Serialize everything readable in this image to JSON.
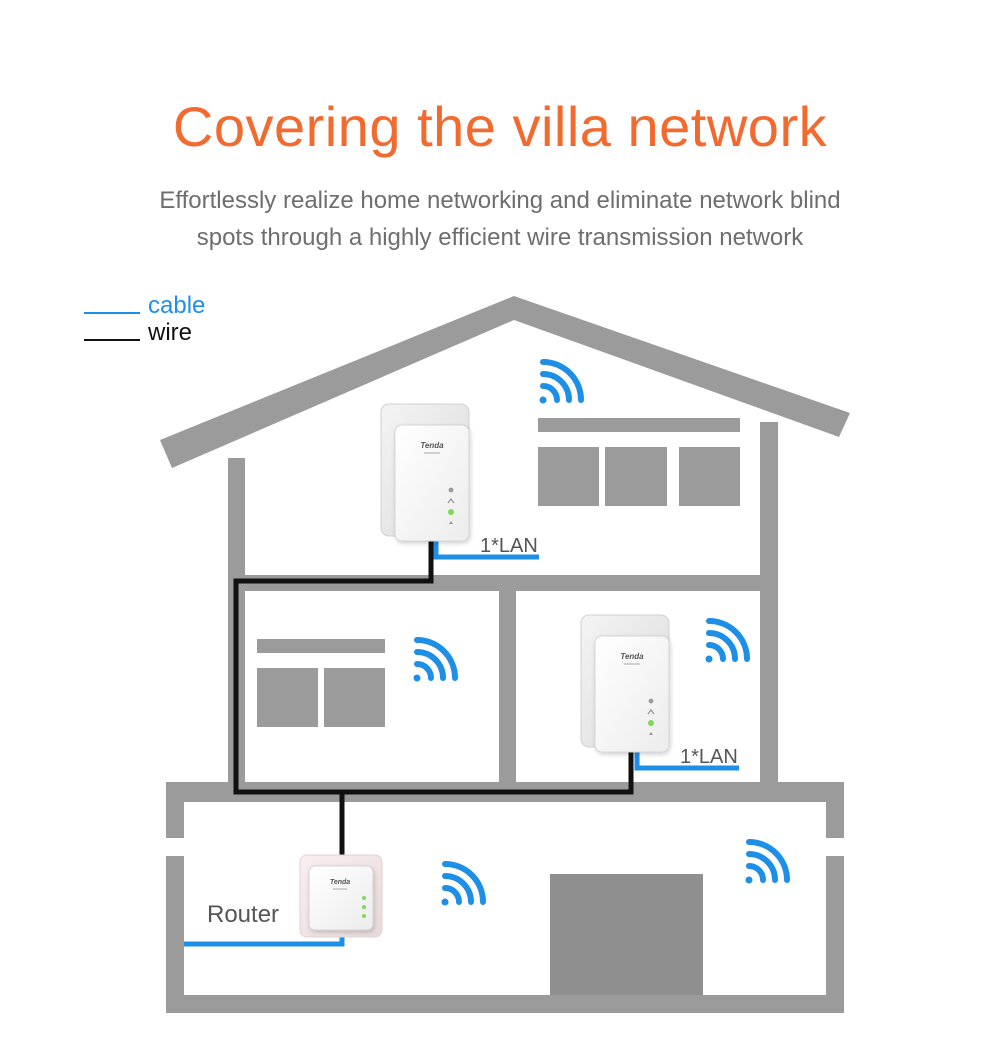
{
  "header": {
    "title": "Covering the villa network",
    "subtitle_line1": "Effortlessly realize home networking and eliminate network blind",
    "subtitle_line2": "spots through a highly efficient wire transmission network"
  },
  "legend": {
    "cable_label": "cable",
    "wire_label": "wire",
    "cable_color": "#1e8fe6",
    "wire_color": "#111111"
  },
  "diagram": {
    "lan_label_top": "1*LAN",
    "lan_label_middle": "1*LAN",
    "router_label": "Router",
    "device_brand": "Tenda",
    "wall_color": "#9b9b9b",
    "wifi_color": "#1e8fe6",
    "label_color": "#555555"
  }
}
